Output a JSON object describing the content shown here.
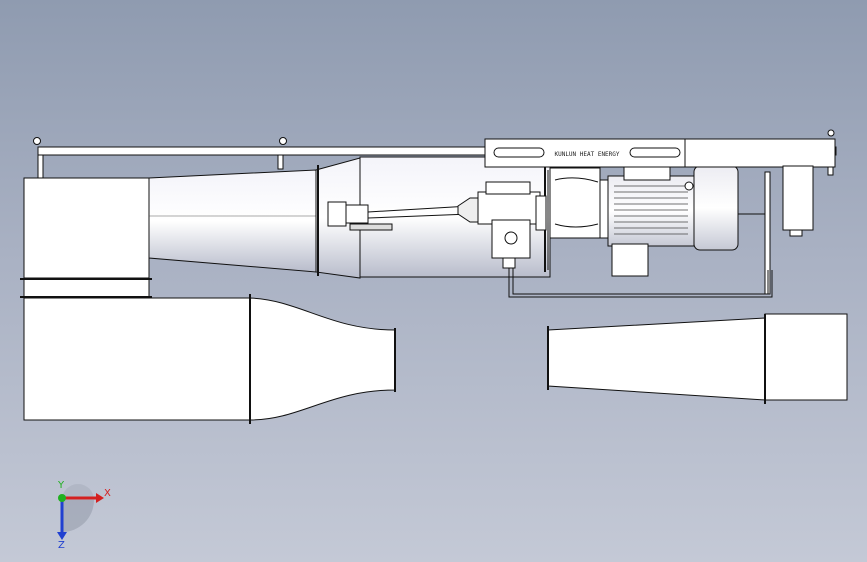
{
  "viewport": {
    "background_top": "#8f9bb0",
    "background_bottom": "#c4c9d6"
  },
  "model": {
    "nameplate_text": "KUNLUN HEAT ENERGY",
    "line_color": "#111111",
    "fill_color": "#ffffff",
    "motor_fill": "#e8e8ee"
  },
  "triad": {
    "x_label": "X",
    "y_label": "Y",
    "z_label": "Z",
    "x_color": "#d42020",
    "y_color": "#20b020",
    "z_color": "#2040d0"
  }
}
